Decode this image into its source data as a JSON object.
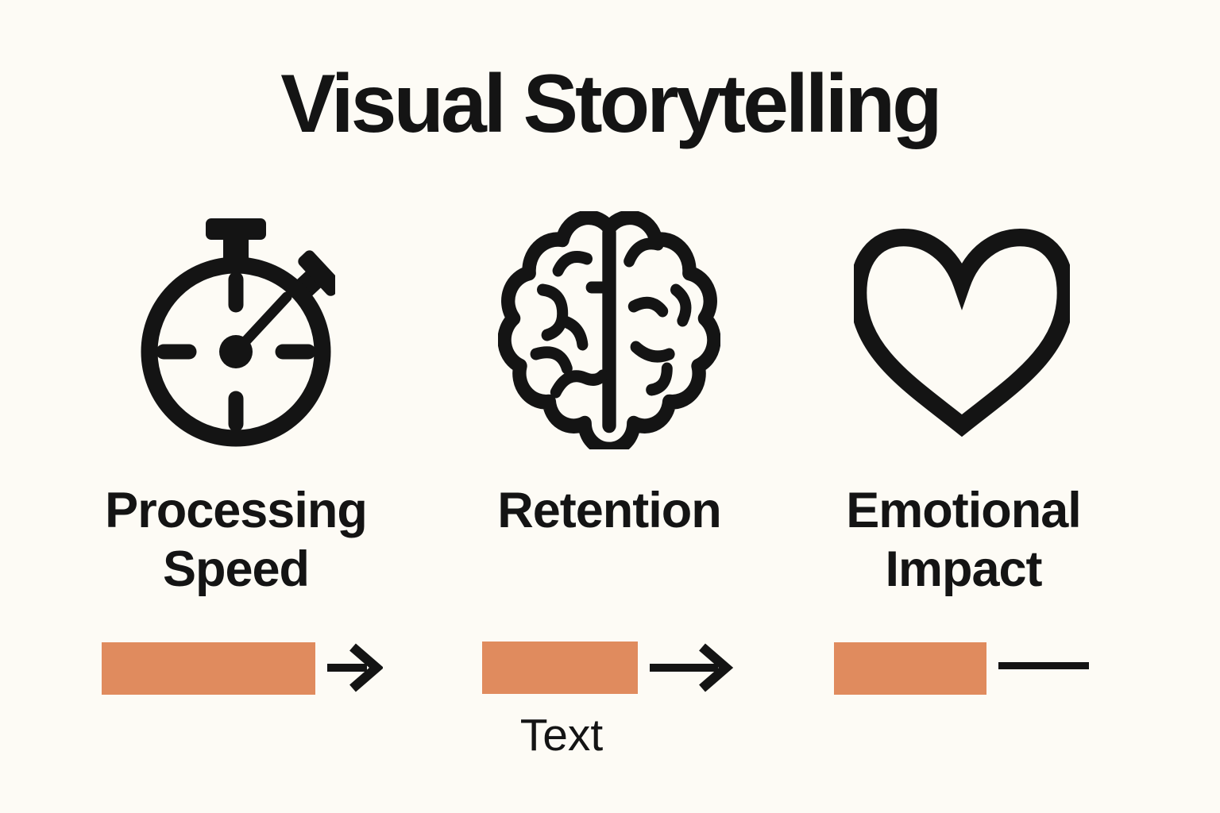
{
  "page": {
    "background_color": "#FDFBF5",
    "ink_color": "#141414",
    "accent_color": "#E08B5E"
  },
  "title": "Visual Storytelling",
  "columns": [
    {
      "icon": "stopwatch-icon",
      "label_line1": "Processing",
      "label_line2": "Speed",
      "connector": "arrow-right-icon"
    },
    {
      "icon": "brain-icon",
      "label_line1": "Retention",
      "connector": "arrow-right-icon",
      "caption": "Text"
    },
    {
      "icon": "heart-icon",
      "label_line1": "Emotional",
      "label_line2": "Impact",
      "connector": "dash-icon"
    }
  ]
}
